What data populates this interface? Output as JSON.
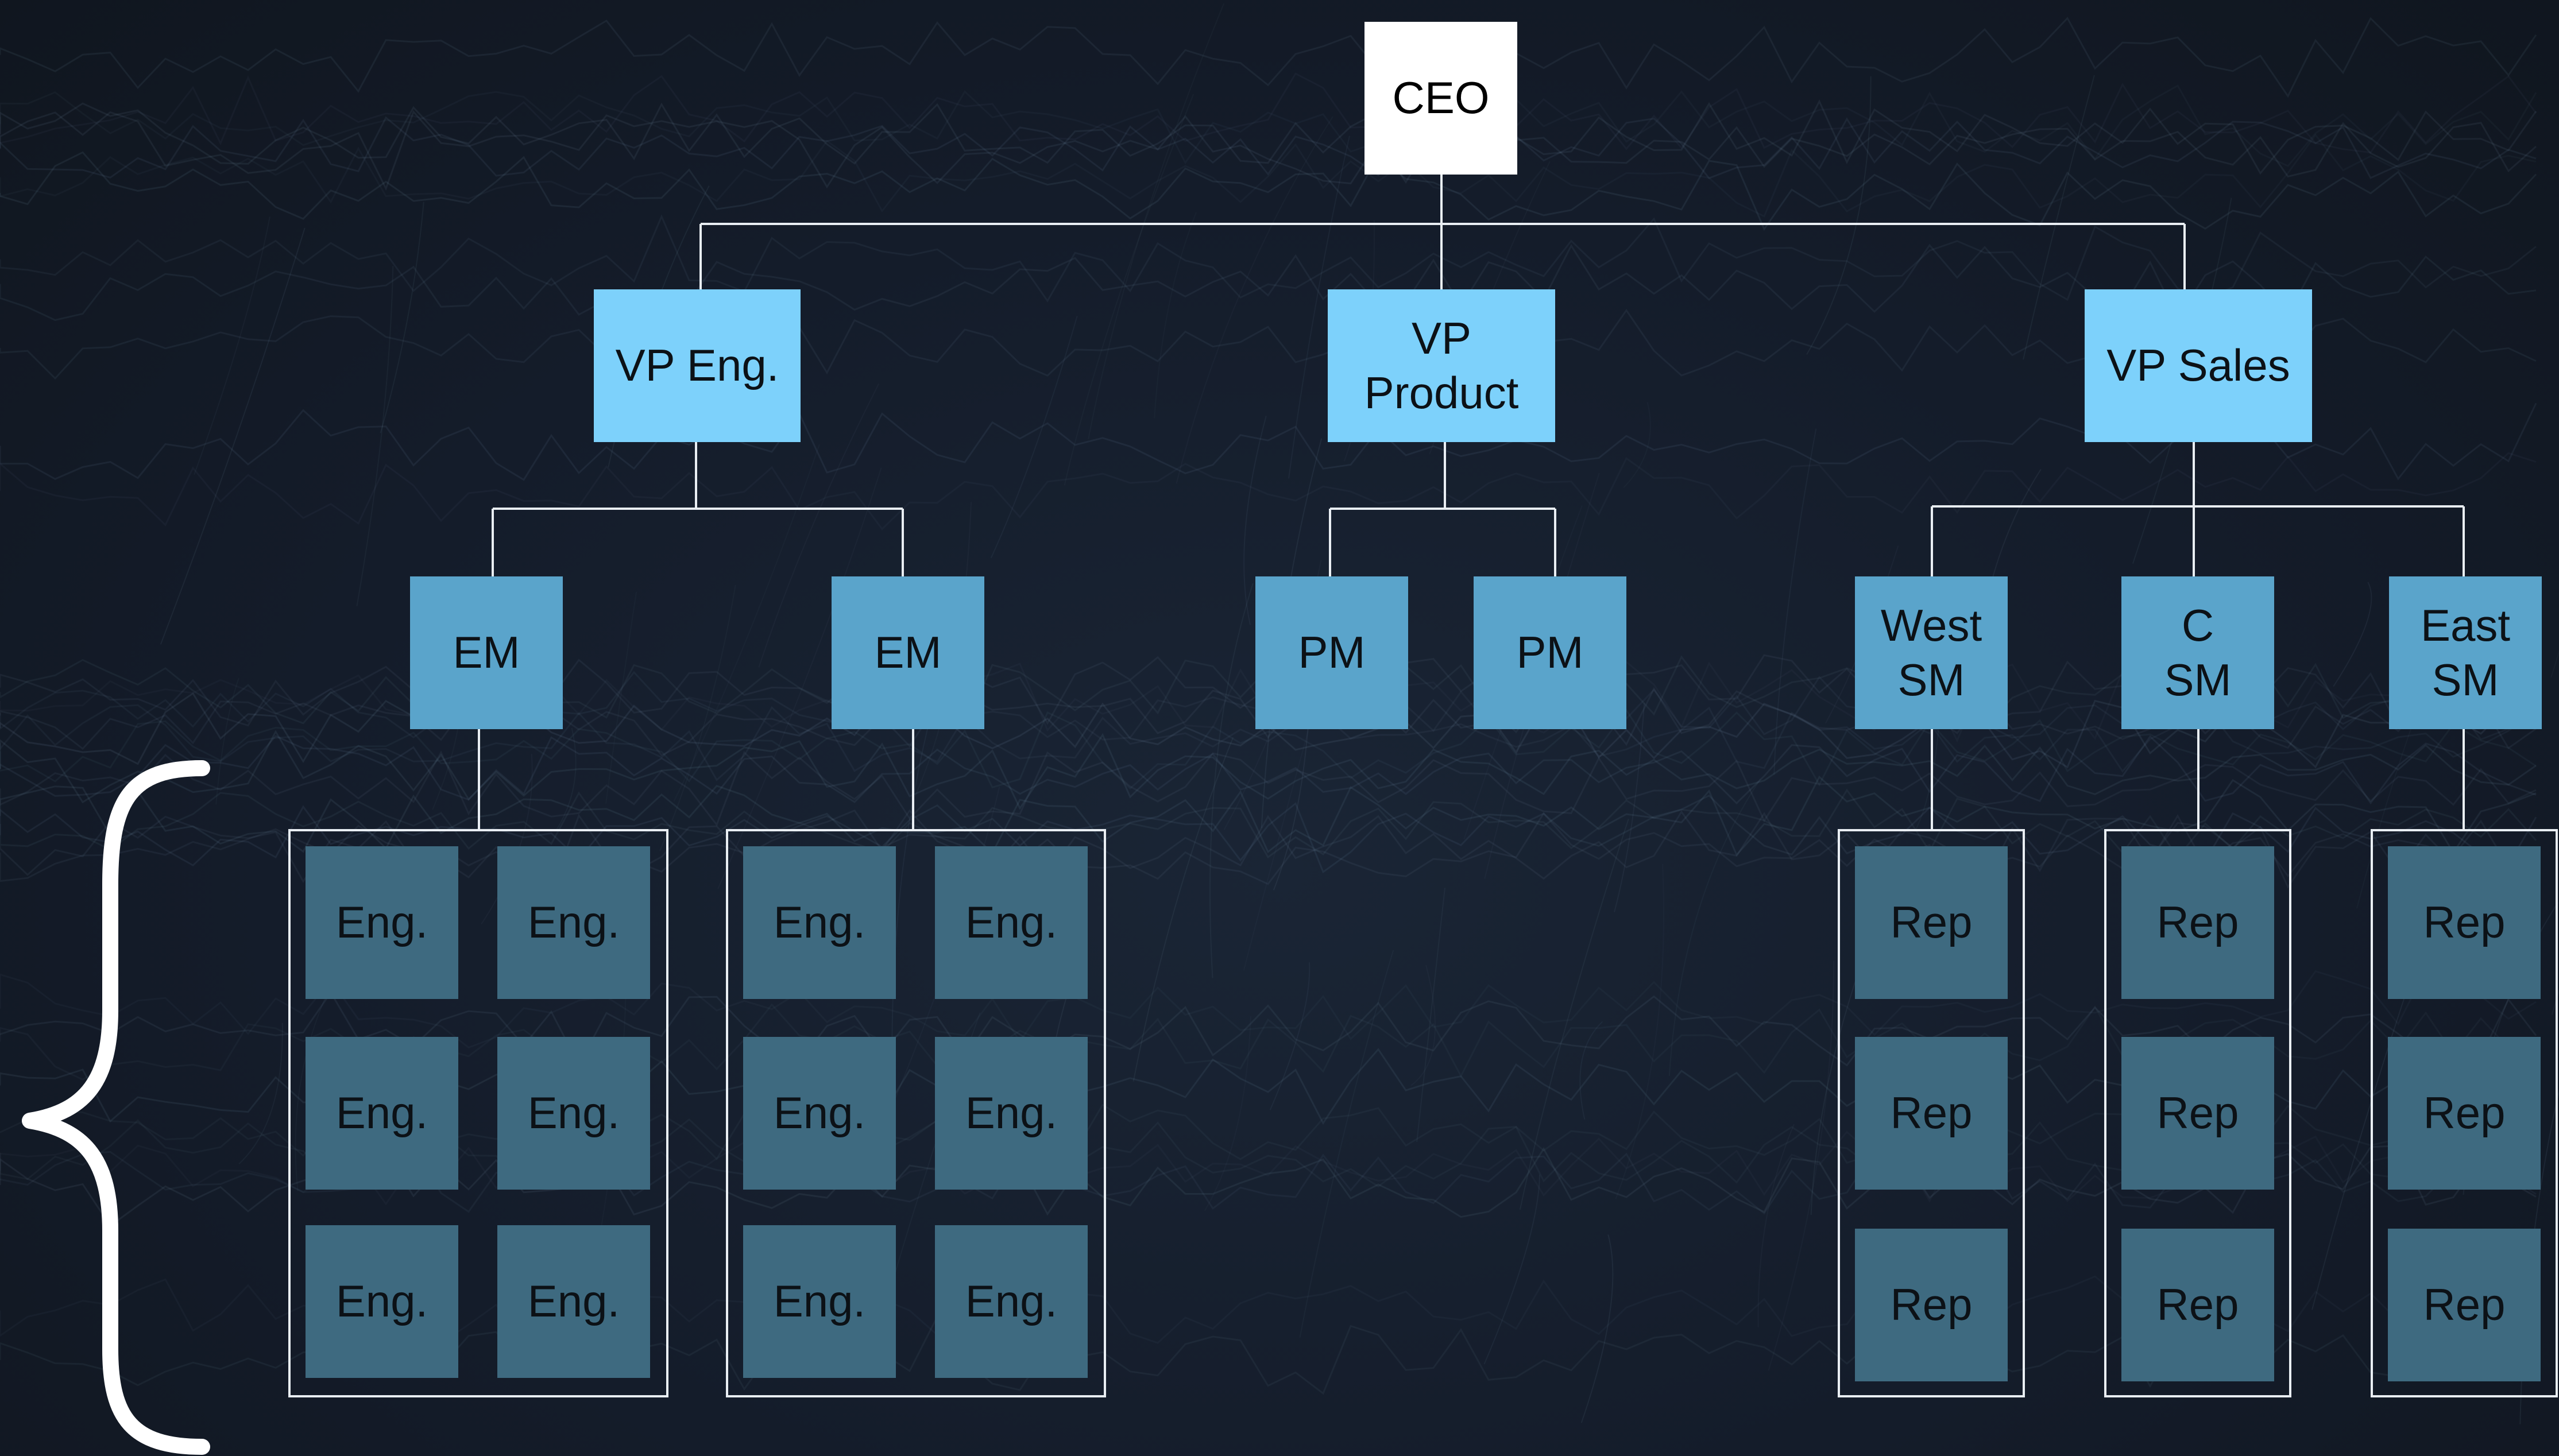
{
  "colors": {
    "background": "#141c2a",
    "connector": "#e9eef3",
    "ceo_fill": "#ffffff",
    "ceo_text": "#000000",
    "vp_fill": "#7dd1fb",
    "manager_fill": "#5aa4cb",
    "ic_fill": "#3e6a80",
    "brace": "#ffffff"
  },
  "ceo": {
    "label": "CEO"
  },
  "vps": [
    {
      "label": "VP Eng."
    },
    {
      "label": "VP\nProduct"
    },
    {
      "label": "VP Sales"
    }
  ],
  "managers": [
    {
      "label": "EM"
    },
    {
      "label": "EM"
    },
    {
      "label": "PM"
    },
    {
      "label": "PM"
    },
    {
      "label": "West\nSM"
    },
    {
      "label": "C\nSM"
    },
    {
      "label": "East\nSM"
    }
  ],
  "teams": [
    {
      "members": [
        "Eng.",
        "Eng.",
        "Eng.",
        "Eng.",
        "Eng.",
        "Eng."
      ]
    },
    {
      "members": [
        "Eng.",
        "Eng.",
        "Eng.",
        "Eng.",
        "Eng.",
        "Eng."
      ]
    },
    {
      "members": [
        "Rep",
        "Rep",
        "Rep"
      ]
    },
    {
      "members": [
        "Rep",
        "Rep",
        "Rep"
      ]
    },
    {
      "members": [
        "Rep",
        "Rep",
        "Rep"
      ]
    }
  ]
}
